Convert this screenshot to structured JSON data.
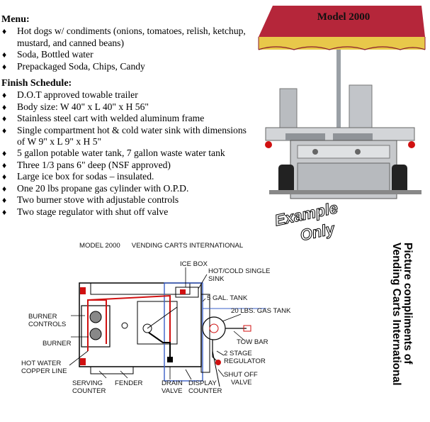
{
  "menu": {
    "heading": "Menu:",
    "items": [
      "Hot dogs w/ condiments (onions, tomatoes, relish, ketchup, mustard, and canned beans)",
      "Soda, Bottled water",
      "Prepackaged Soda, Chips, Candy"
    ]
  },
  "finish": {
    "heading": "Finish Schedule:",
    "items": [
      "D.O.T approved towable trailer",
      "Body size:  W 40\" x L 40\" x  H 56\"",
      "Stainless steel cart with welded aluminum frame",
      "Single compartment hot & cold water sink with dimensions of W 9\" x L 9\" x H 5\"",
      "5 gallon potable water tank, 7 gallon waste water tank",
      "Three 1/3 pans 6\" deep  (NSF approved)",
      "Large ice box for sodas – insulated.",
      "One 20 lbs propane gas cylinder with O.P.D.",
      "Two burner stove with adjustable controls",
      "Two stage regulator with shut off valve"
    ]
  },
  "photo": {
    "umbrella_sign": "Model 2000"
  },
  "watermark": {
    "line1": "Example",
    "line2": "Only"
  },
  "credit": {
    "line1": "Picture compliments of",
    "line2": "Vending Carts International"
  },
  "diagram": {
    "title": "MODEL 2000      VENDING CARTS INTERNATIONAL",
    "labels": {
      "ice_box": "ICE BOX",
      "sink_1": "HOT/COLD SINGLE",
      "sink_2": "SINK",
      "tank": "5 GAL. TANK",
      "gas_tank": "20 LBS. GAS TANK",
      "burner_controls_1": "BURNER",
      "burner_controls_2": "CONTROLS",
      "burner": "BURNER",
      "tow_bar": "TOW BAR",
      "regulator_1": "2 STAGE",
      "regulator_2": "REGULATOR",
      "copper_1": "HOT WATER",
      "copper_2": "COPPER LINE",
      "shut_off_1": "SHUT OFF",
      "shut_off_2": "VALVE",
      "serving_1": "SERVING",
      "serving_2": "COUNTER",
      "fender": "FENDER",
      "drain_1": "DRAIN",
      "drain_2": "VALVE",
      "display_1": "DISPLAY",
      "display_2": "COUNTER"
    }
  },
  "colors": {
    "canopy": "#b5263a",
    "canopy_stripe": "#e8c84a",
    "steel": "#c7c9cc",
    "hot_line": "#d01010",
    "cold_line": "#3a5fc8"
  }
}
